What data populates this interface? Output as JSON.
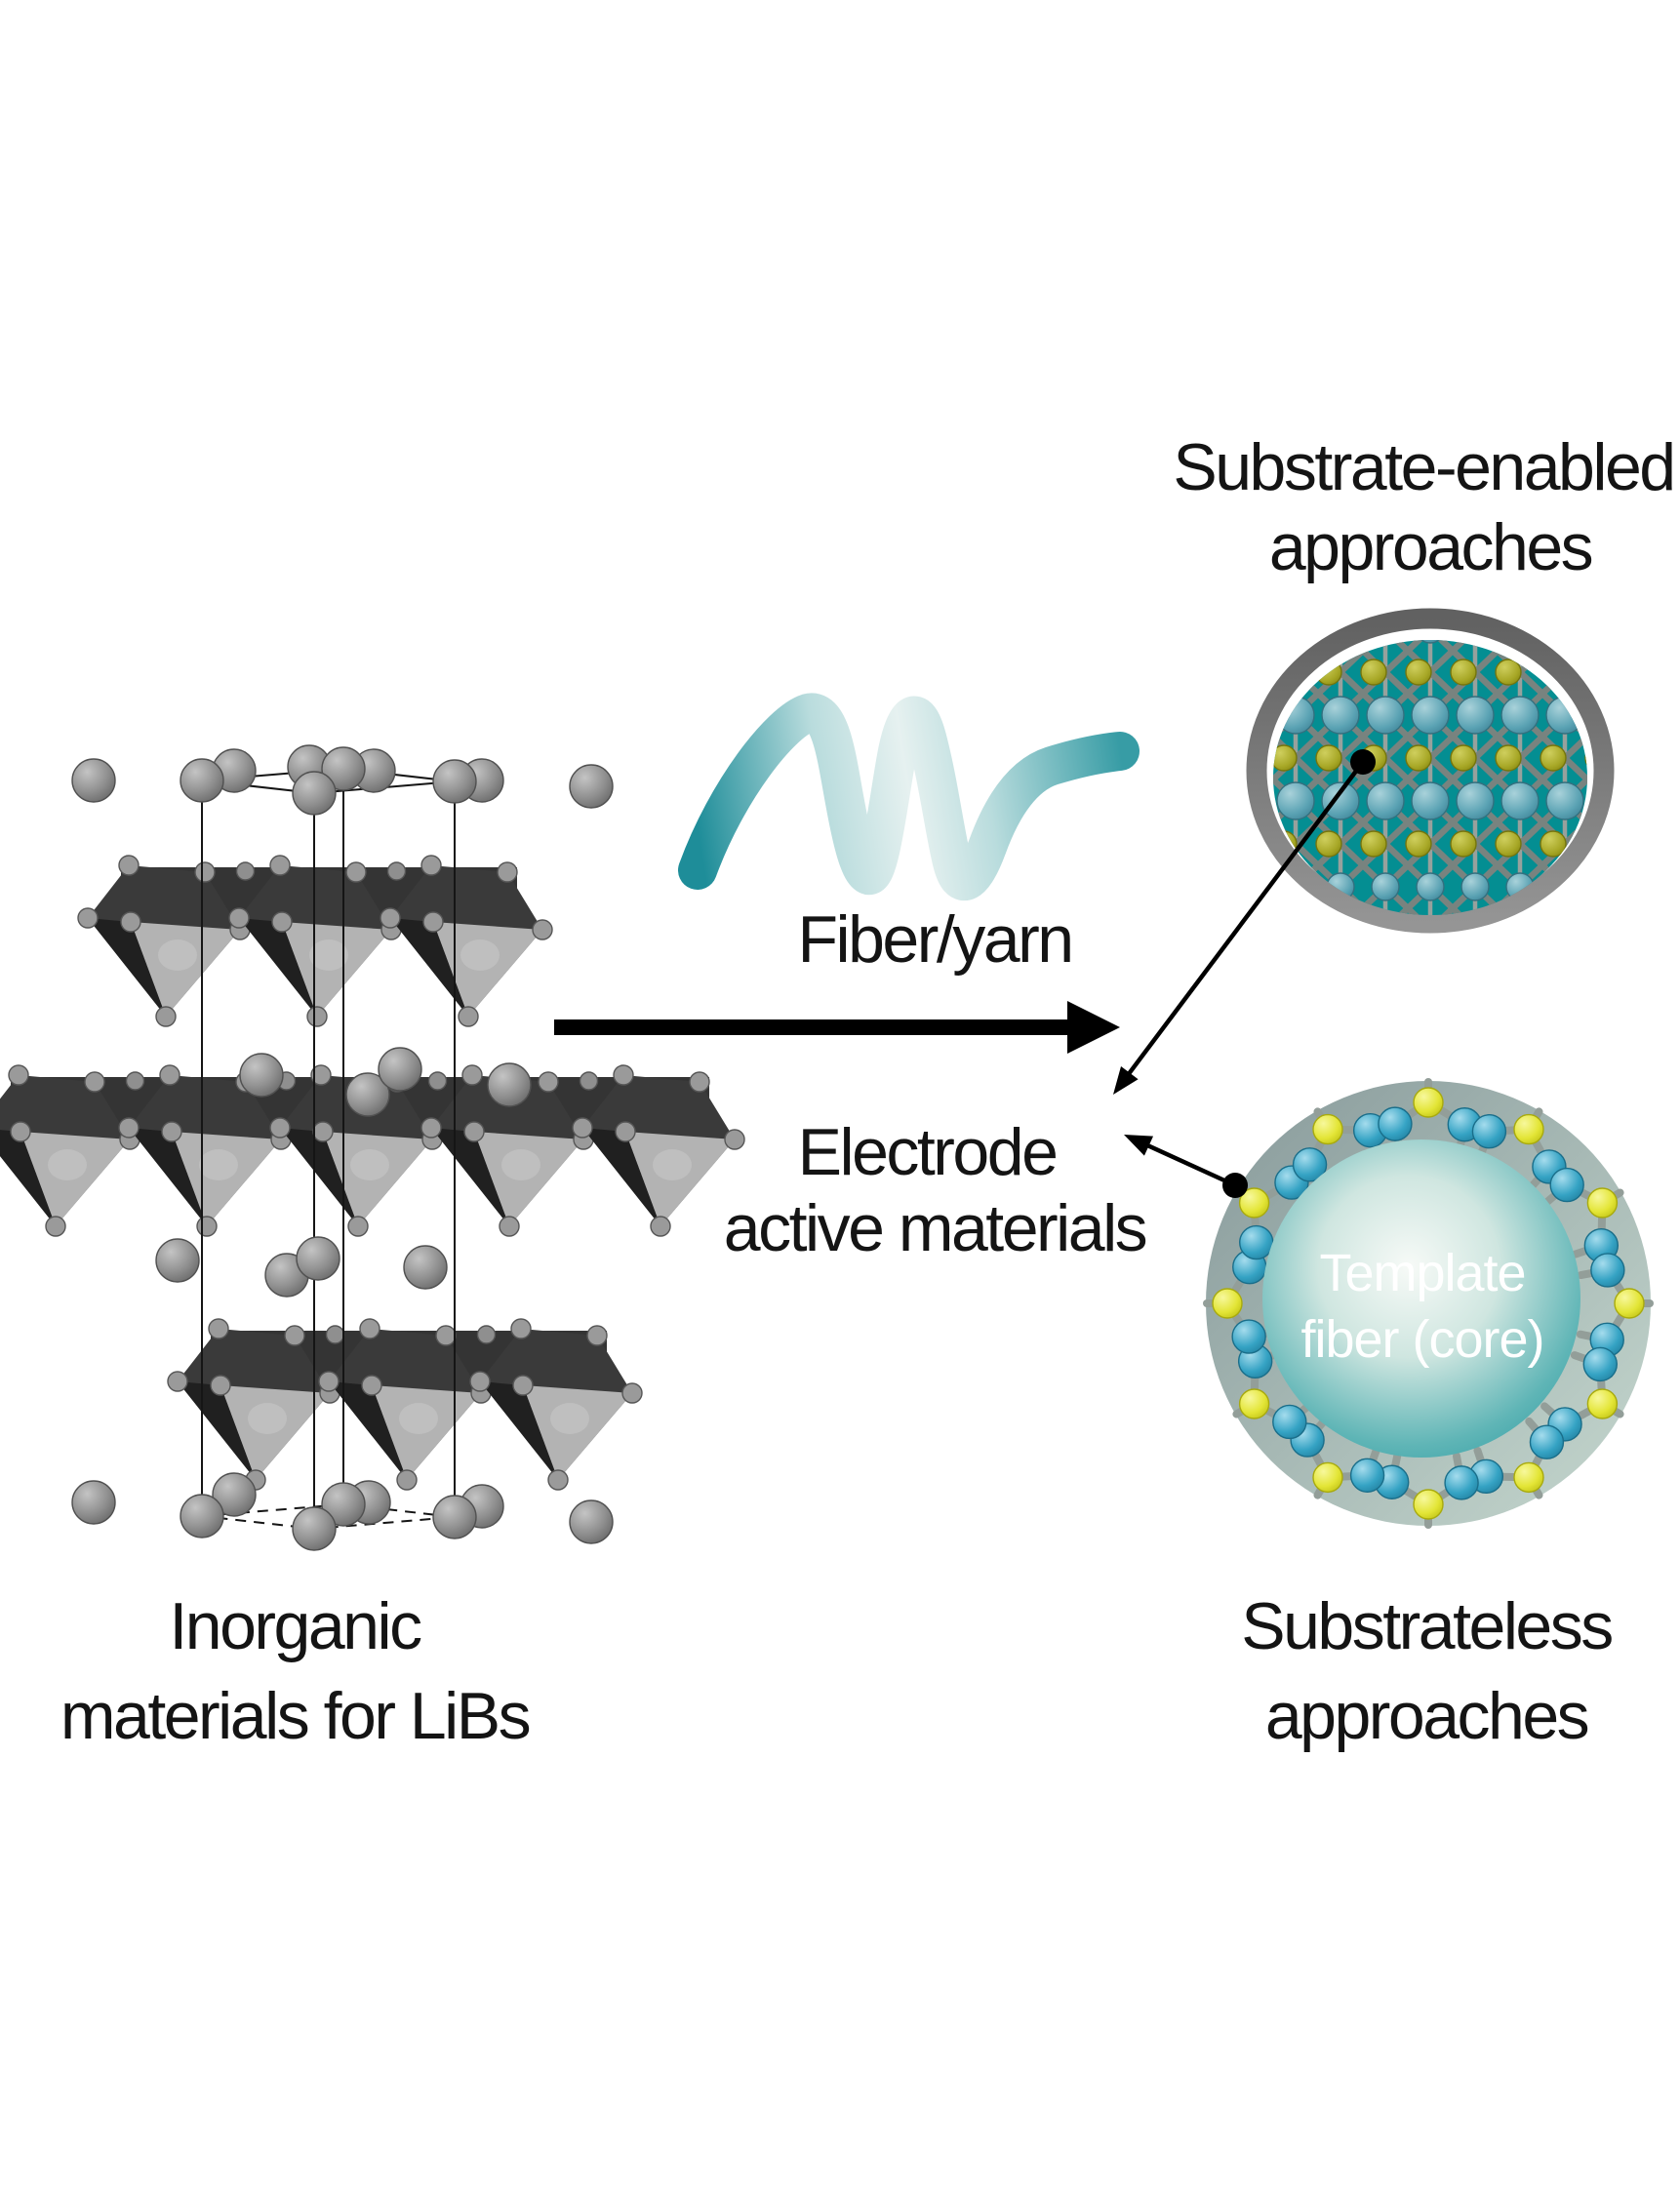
{
  "figure": {
    "left_label": {
      "line1": "Inorganic",
      "line2": "materials for LiBs"
    },
    "fiber_label": "Fiber/yarn",
    "electrode_label": {
      "line1": "Electrode",
      "line2": "active materials"
    },
    "top_right_label": {
      "line1": "Substrate-enabled",
      "line2": "approaches"
    },
    "bottom_right_label": {
      "line1": "Substrateless",
      "line2": "approaches"
    },
    "core_label": {
      "line1": "Template",
      "line2": "fiber (core)"
    }
  },
  "icons": {
    "crystal": "layered-crystal-structure-illustration",
    "squiggle": "fiber-yarn-squiggle-icon",
    "thick_arrow": "process-arrow-right-icon",
    "top_circle": "substrate-lattice-circle-illustration",
    "bottom_circle": "template-core-shell-circle-illustration",
    "callout_top": "callout-line-top-circle",
    "callout_bottom": "callout-line-bottom-circle"
  },
  "colors": {
    "background": "#ffffff",
    "text": "#141414",
    "core_text": "#ffffff",
    "squiggle_dark_teal": "#1e8d99",
    "squiggle_light_teal": "#e6f1f0",
    "lattice_background": "#048e92",
    "lattice_blue_sphere": "#4e9aad",
    "lattice_yellow_sphere": "#a3a31c",
    "ring_gray": "#6e6e6e",
    "shell_outer_dark": "#87999a",
    "shell_outer_light": "#c6d8cf",
    "shell_blue_sphere": "#2a93b6",
    "shell_yellow_sphere": "#d9db22",
    "core_teal": "#2e9ba2",
    "crystal_light_face": "#b3b3b3",
    "crystal_dark_face": "#202020",
    "crystal_sphere_gray": "#8f8f8f",
    "arrow_black": "#000000"
  }
}
